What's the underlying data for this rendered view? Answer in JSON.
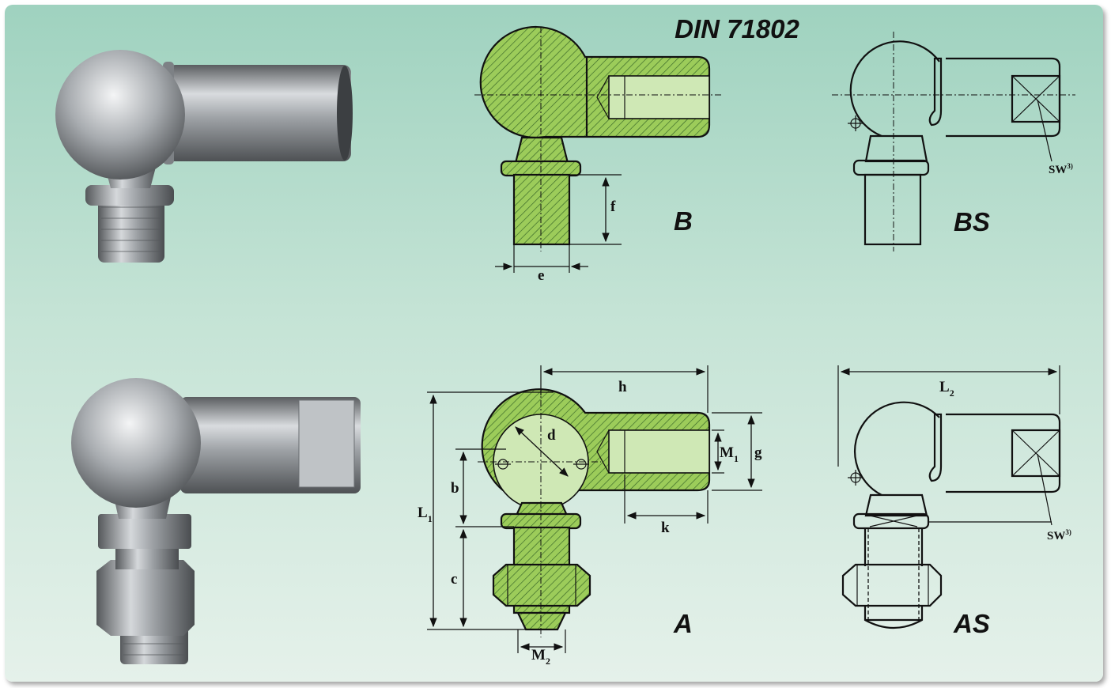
{
  "title": "DIN 71802",
  "variants": {
    "B": "B",
    "BS": "BS",
    "A": "A",
    "AS": "AS"
  },
  "dimensions": {
    "f": "f",
    "e": "e",
    "h": "h",
    "d": "d",
    "b": "b",
    "c": "c",
    "L1_main": "L",
    "L1_sub": "1",
    "M1_main": "M",
    "M1_sub": "1",
    "M2_main": "M",
    "M2_sub": "2",
    "g": "g",
    "k": "k",
    "L2_main": "L",
    "L2_sub": "2",
    "SW_main": "SW",
    "SW_sup": "3)"
  },
  "colors": {
    "section_fill": "#9ccc5a",
    "hatch": "#3c6b2a",
    "background_top": "#9fd2bf",
    "background_bottom": "#e5f1ea"
  }
}
